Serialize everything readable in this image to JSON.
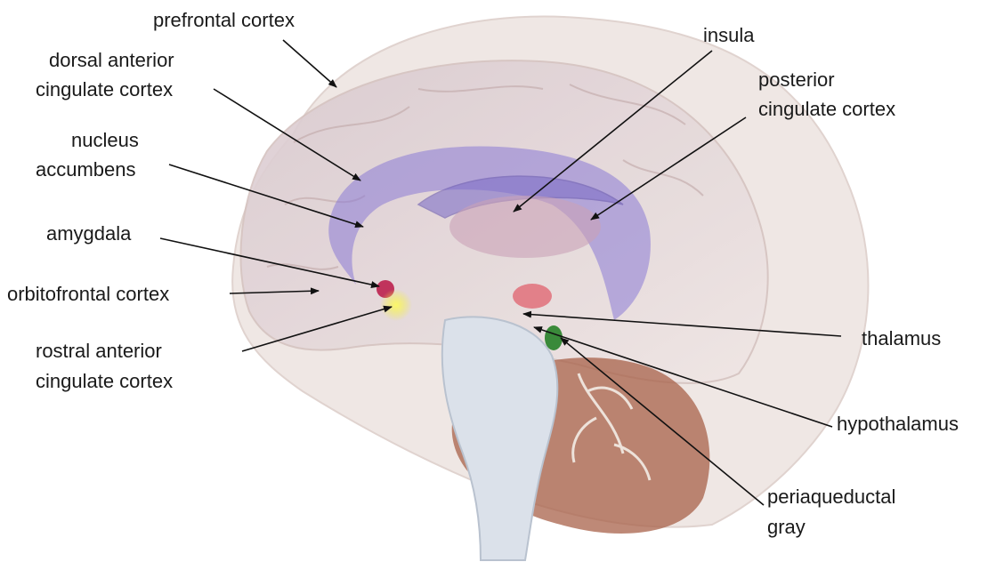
{
  "labels": {
    "prefrontal_cortex": "prefrontal cortex",
    "dacc_line1": "dorsal anterior",
    "dacc_line2": "cingulate cortex",
    "nacc_line1": "nucleus",
    "nacc_line2": "accumbens",
    "amygdala": "amygdala",
    "orbitofrontal_cortex": "orbitofrontal cortex",
    "racc_line1": "rostral anterior",
    "racc_line2": "cingulate cortex",
    "insula": "insula",
    "pcc_line1": "posterior",
    "pcc_line2": "cingulate cortex",
    "thalamus": "thalamus",
    "hypothalamus": "hypothalamus",
    "pag_line1": "periaqueductal",
    "pag_line2": "gray"
  },
  "colors": {
    "cortex_outer": "#f1e9e6",
    "cortex_inner": "#dcc2bb",
    "cingulate_purple": "#8a7ad6",
    "cerebellum": "#a8624a",
    "brainstem": "#dbe1ea",
    "amygdala": "#c0335c",
    "racc_yellow": "#f2ee3a",
    "hypothalamus_green": "#3a8a3a",
    "thalamus_red": "#e0707a"
  },
  "icons": {
    "brain_illustration": "sagittal-brain-icon"
  }
}
